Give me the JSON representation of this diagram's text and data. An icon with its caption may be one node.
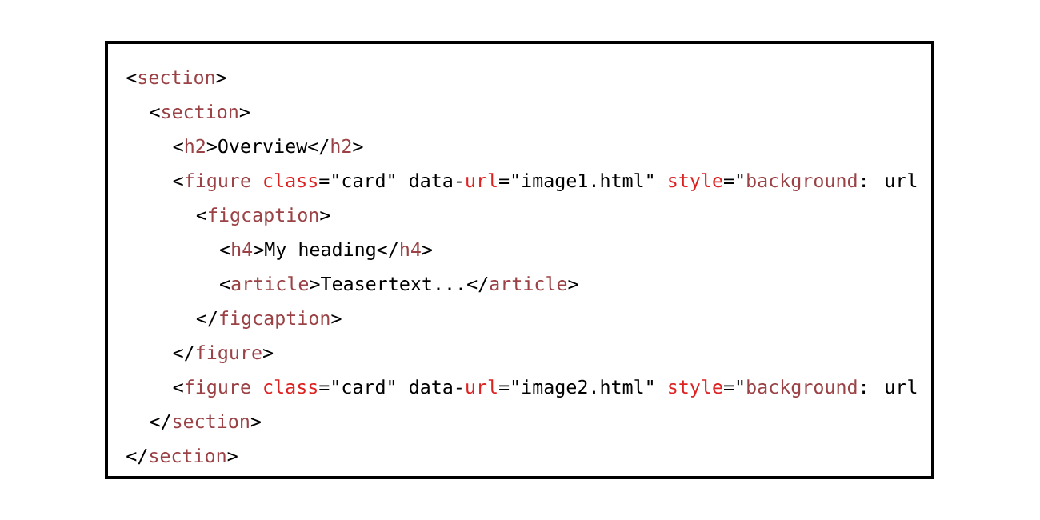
{
  "diagram": {
    "nodes": [
      {
        "text": [
          "<section>",
          "<section>",
          "<h2>Overview</h2>",
          "<figure class=\"card\" data-url=\"image1.html\" style=\"background: url",
          "<figcaption>",
          "<h4>My heading</h4>",
          "<article>Teasertext...</article>",
          "</figcaption>",
          "</figure>",
          "<figure class=\"card\" data-url=\"image2.html\" style=\"background: url",
          "</section>",
          "</section>"
        ]
      }
    ]
  }
}
